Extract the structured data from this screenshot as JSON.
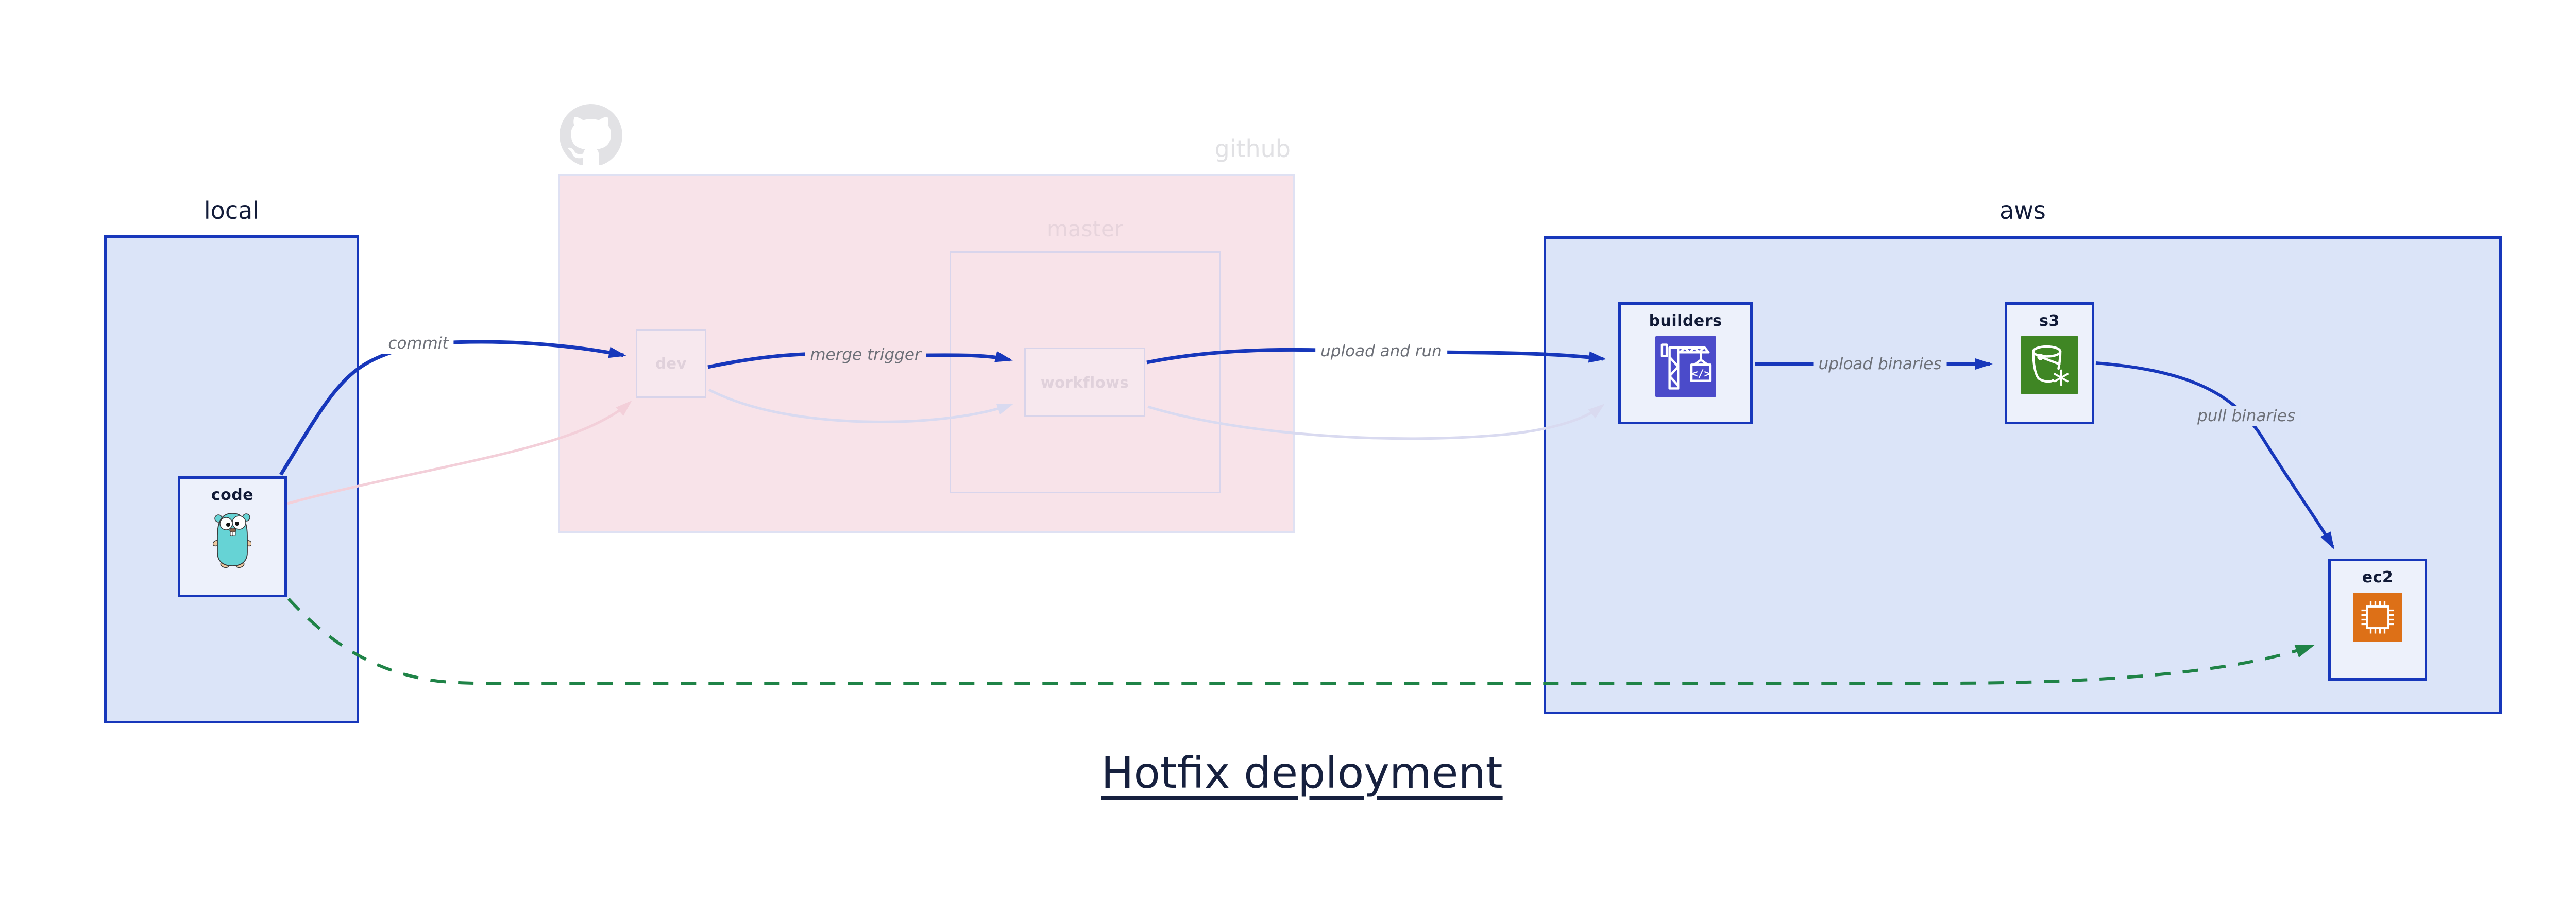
{
  "title": "Hotfix deployment",
  "clusters": {
    "local": {
      "label": "local"
    },
    "github": {
      "label": "github"
    },
    "master": {
      "label": "master"
    },
    "aws": {
      "label": "aws"
    }
  },
  "nodes": {
    "code": {
      "label": "code",
      "icon": "go-gopher-icon"
    },
    "dev": {
      "label": "dev"
    },
    "workflows": {
      "label": "workflows"
    },
    "builders": {
      "label": "builders",
      "icon": "codebuild-crane-icon"
    },
    "s3": {
      "label": "s3",
      "icon": "s3-glacier-bucket-icon"
    },
    "ec2": {
      "label": "ec2",
      "icon": "ec2-chip-icon"
    }
  },
  "edges": {
    "commit": {
      "label": "commit"
    },
    "merge_trigger": {
      "label": "merge trigger"
    },
    "upload_and_run": {
      "label": "upload and run"
    },
    "upload_binaries": {
      "label": "upload binaries"
    },
    "pull_binaries": {
      "label": "pull binaries"
    }
  },
  "icons": {
    "github_logo": "github-octocat-icon"
  },
  "colors": {
    "active_edge_blue": "#1737bb",
    "hotfix_edge_green": "#1f8347",
    "faded_pink_edge": "#f3cfd9",
    "faded_lavender_edge": "#d9daf0",
    "cluster_blue_fill": "#dbe4f8",
    "cluster_blue_border": "#1737bb",
    "node_fill": "#edf1fb",
    "github_cluster_fill": "#f8e3e9",
    "github_cluster_border": "#dfe1f3",
    "edge_label_gray": "#6d7078",
    "navy_text": "#111a36",
    "builders_icon_bg": "#4b4bca",
    "s3_icon_bg": "#3f8624",
    "ec2_icon_bg": "#dd7017",
    "gopher_teal": "#66d3d5"
  }
}
